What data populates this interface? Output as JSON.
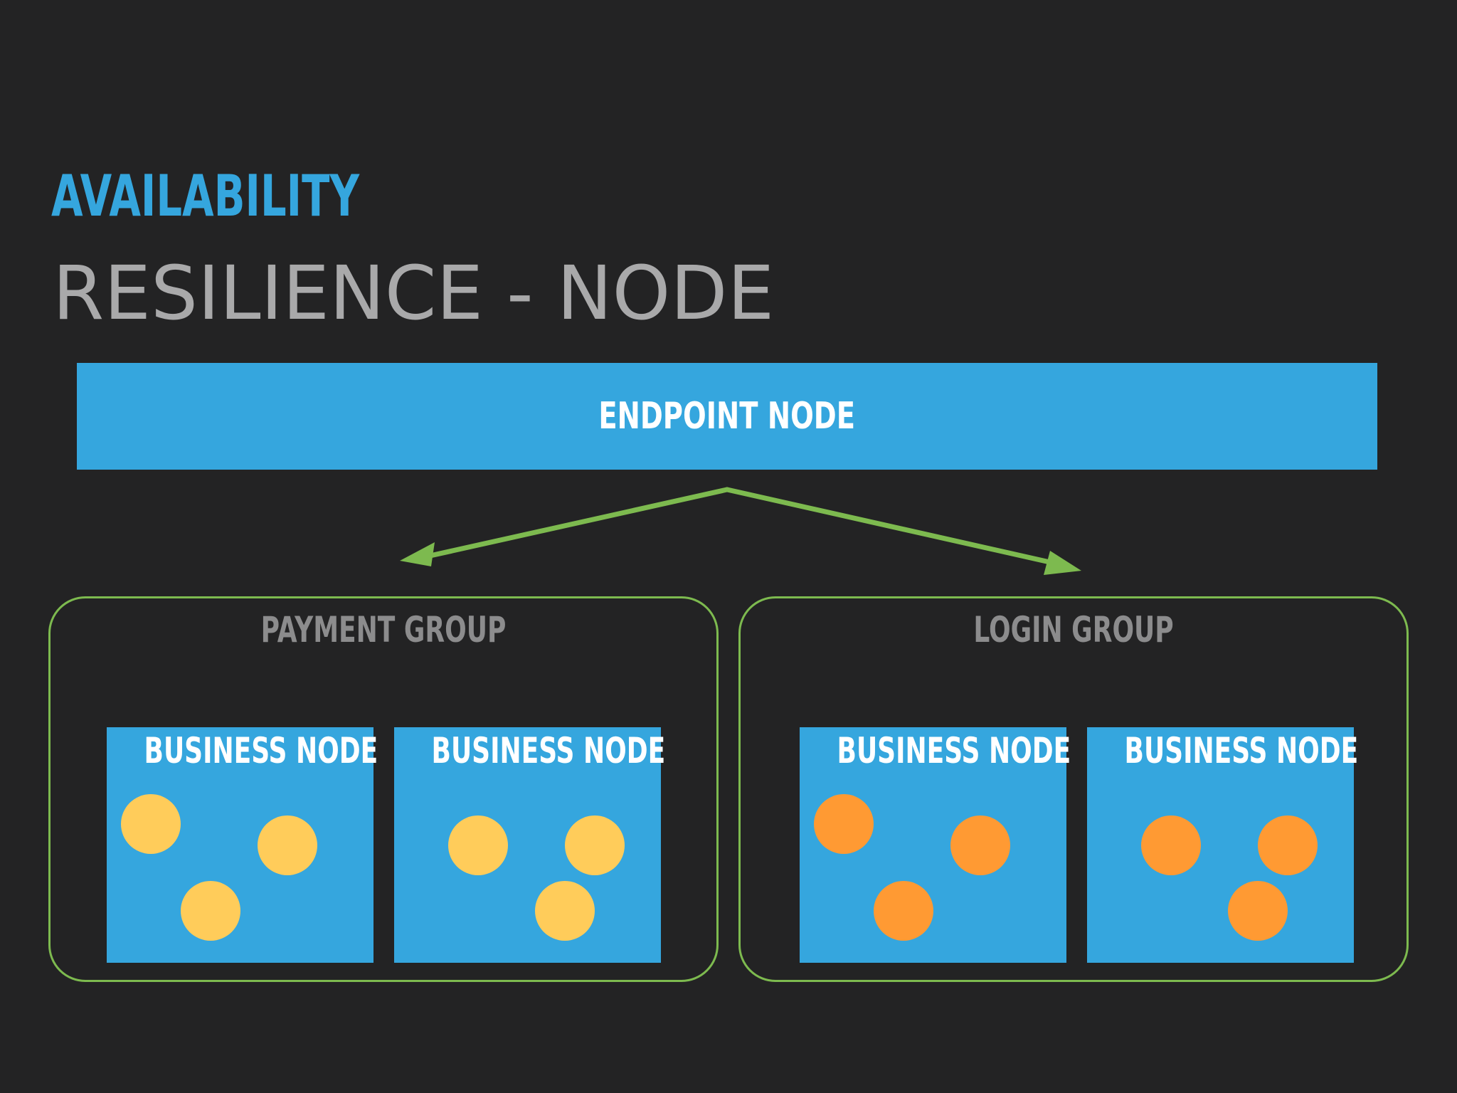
{
  "slide": {
    "eyebrow": "AVAILABILITY",
    "title": "RESILIENCE - NODE"
  },
  "colors": {
    "background": "#232324",
    "accent_blue": "#35a6de",
    "title_gray": "#a9a9aa",
    "group_outline": "#7dba4f",
    "payment_process": "#ffcc5a",
    "login_process": "#ff9a33"
  },
  "endpoint": {
    "label": "ENDPOINT NODE"
  },
  "groups": [
    {
      "label": "PAYMENT GROUP",
      "nodes": [
        {
          "label": "BUSINESS NODE"
        },
        {
          "label": "BUSINESS NODE"
        }
      ]
    },
    {
      "label": "LOGIN GROUP",
      "nodes": [
        {
          "label": "BUSINESS NODE"
        },
        {
          "label": "BUSINESS NODE"
        }
      ]
    }
  ]
}
